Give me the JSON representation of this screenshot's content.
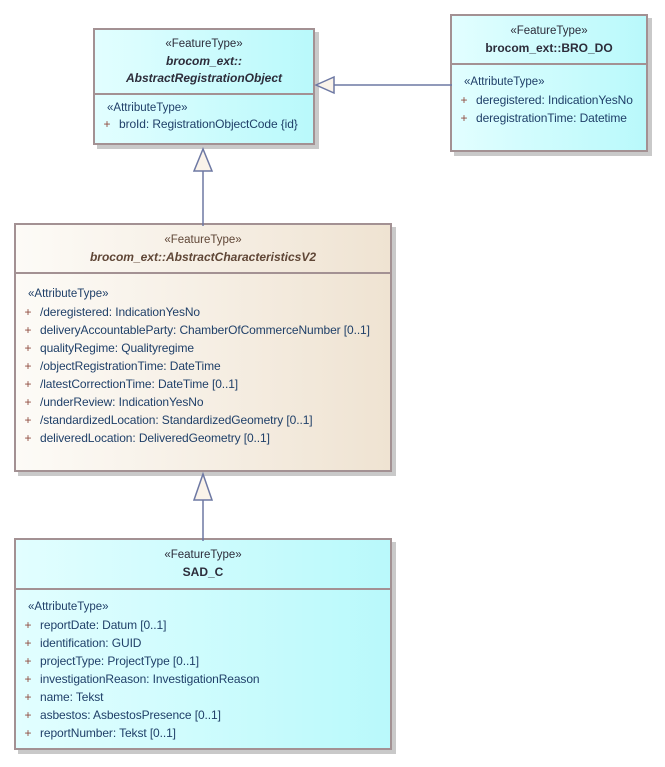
{
  "diagram": {
    "attribute_stereotype": "«AttributeType»",
    "visibility": "+",
    "classes": [
      {
        "id": "abstract-registration-object",
        "stereotype": "«FeatureType»",
        "name_lines": [
          "brocom_ext::",
          "AbstractRegistrationObject"
        ],
        "abstract": true,
        "attributes": [
          "broId: RegistrationObjectCode {id}"
        ]
      },
      {
        "id": "bro-do",
        "stereotype": "«FeatureType»",
        "name_lines": [
          "brocom_ext::BRO_DO"
        ],
        "abstract": false,
        "attributes": [
          "deregistered: IndicationYesNo",
          "deregistrationTime: Datetime"
        ]
      },
      {
        "id": "abstract-characteristics-v2",
        "stereotype": "«FeatureType»",
        "name_lines": [
          "brocom_ext::AbstractCharacteristicsV2"
        ],
        "abstract": true,
        "attributes": [
          "/deregistered: IndicationYesNo",
          "deliveryAccountableParty: ChamberOfCommerceNumber [0..1]",
          "qualityRegime: Qualityregime",
          "/objectRegistrationTime: DateTime",
          "/latestCorrectionTime: DateTime [0..1]",
          "/underReview: IndicationYesNo",
          "/standardizedLocation: StandardizedGeometry [0..1]",
          "deliveredLocation: DeliveredGeometry [0..1]"
        ]
      },
      {
        "id": "sad-c",
        "stereotype": "«FeatureType»",
        "name_lines": [
          "SAD_C"
        ],
        "abstract": false,
        "attributes": [
          "reportDate: Datum [0..1]",
          "identification: GUID",
          "projectType: ProjectType [0..1]",
          "investigationReason: InvestigationReason",
          "name: Tekst",
          "asbestos: AsbestosPresence [0..1]",
          "reportNumber: Tekst [0..1]"
        ]
      }
    ],
    "relations": [
      {
        "type": "generalization",
        "from": "brocom_ext::BRO_DO",
        "to": "brocom_ext::AbstractRegistrationObject"
      },
      {
        "type": "generalization",
        "from": "brocom_ext::AbstractCharacteristicsV2",
        "to": "brocom_ext::AbstractRegistrationObject"
      },
      {
        "type": "generalization",
        "from": "SAD_C",
        "to": "brocom_ext::AbstractCharacteristicsV2"
      }
    ]
  },
  "colors": {
    "cyan_a": "#e2feff",
    "cyan_b": "#b9f9fb",
    "beige_a": "#fdfbf7",
    "beige_b": "#efe3d2",
    "border_c": "#a39193",
    "shadow_c": "#c9c9c9",
    "line_c": "#6d78a3",
    "tri_fill": "#faf3ea",
    "attr_text": "#204069",
    "vis_c": "#8e4a3e",
    "head_cyan": "#2c2c3a",
    "head_beige": "#5f4636"
  }
}
